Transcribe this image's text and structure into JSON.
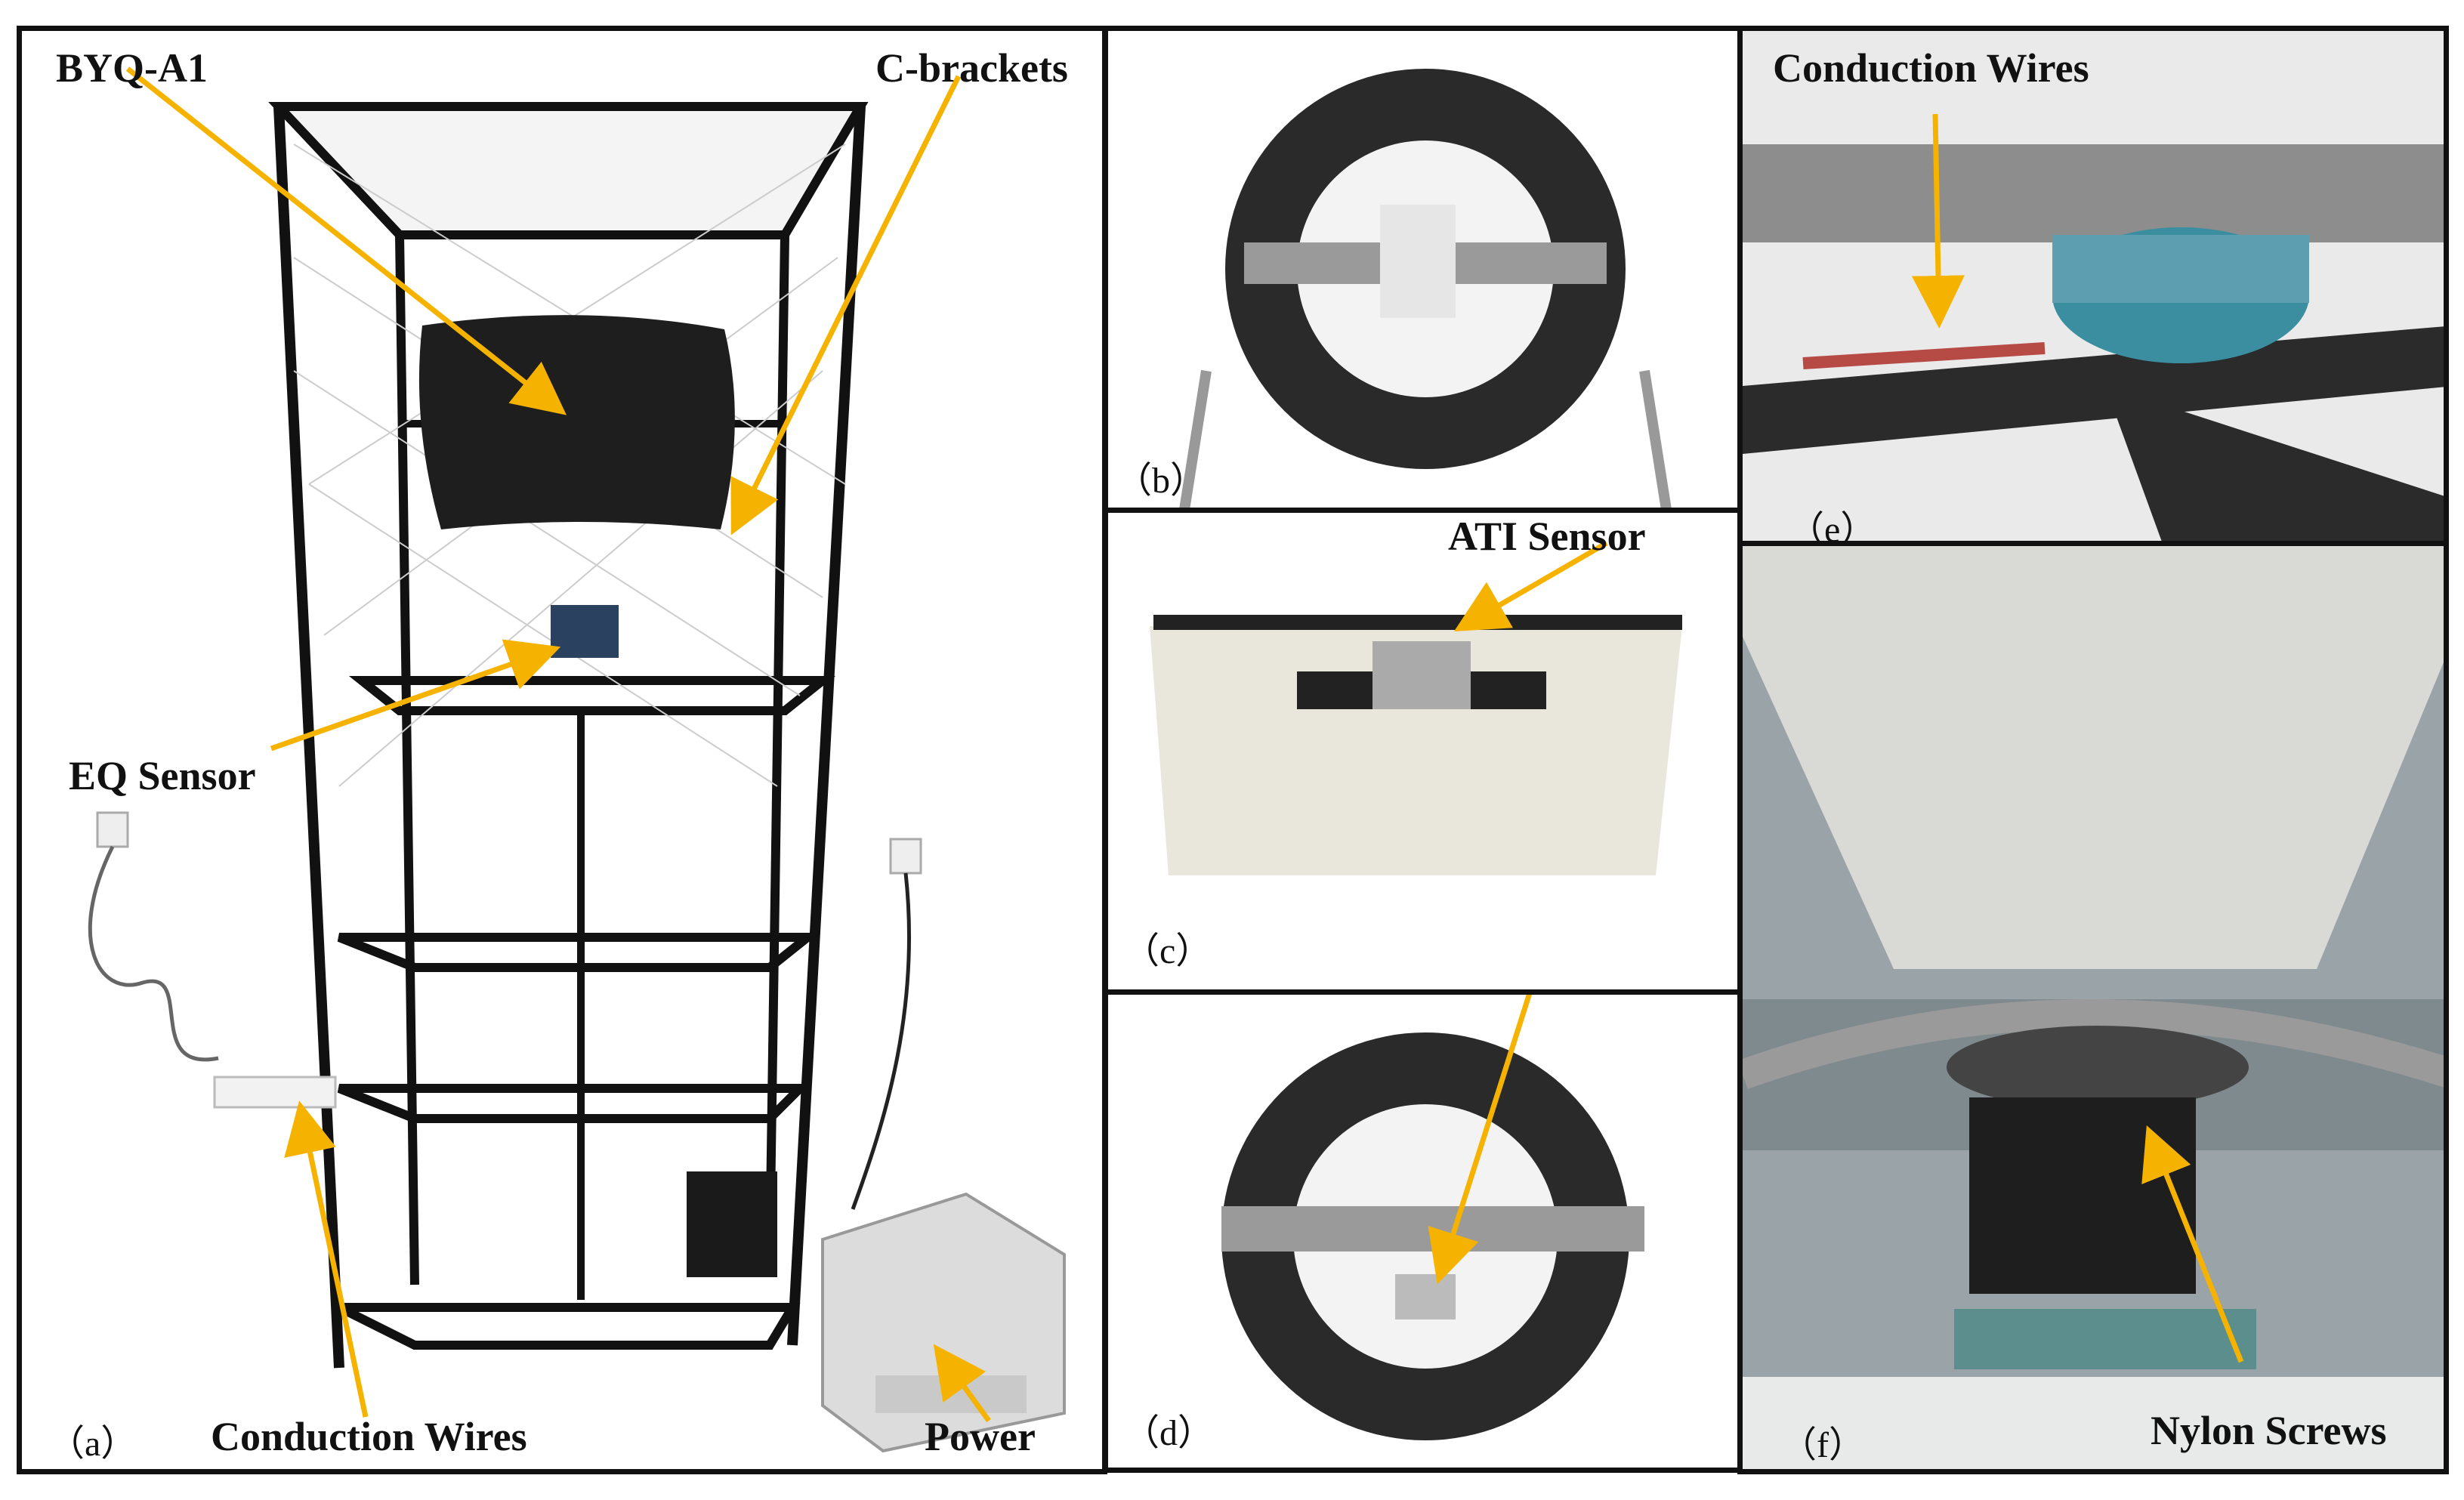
{
  "panels": {
    "a": {
      "tag": "（a）",
      "callouts": {
        "byq": "BYQ-A1",
        "cbrackets": "C-brackets",
        "eq": "EQ Sensor",
        "wires": "Conduction Wires",
        "power": "Power"
      }
    },
    "b": {
      "tag": "（b）"
    },
    "c": {
      "tag": "（c）"
    },
    "d": {
      "tag": "（d）"
    },
    "e": {
      "tag": "（e）",
      "callouts": {
        "wires": "Conduction Wires"
      }
    },
    "f": {
      "tag": "（f）",
      "callouts": {
        "screws": "Nylon Screws"
      }
    }
  },
  "shared_callouts": {
    "ati": "ATI Sensor"
  },
  "colors": {
    "arrow": "#f5b300",
    "frame": "#111111",
    "border": "#111111"
  }
}
